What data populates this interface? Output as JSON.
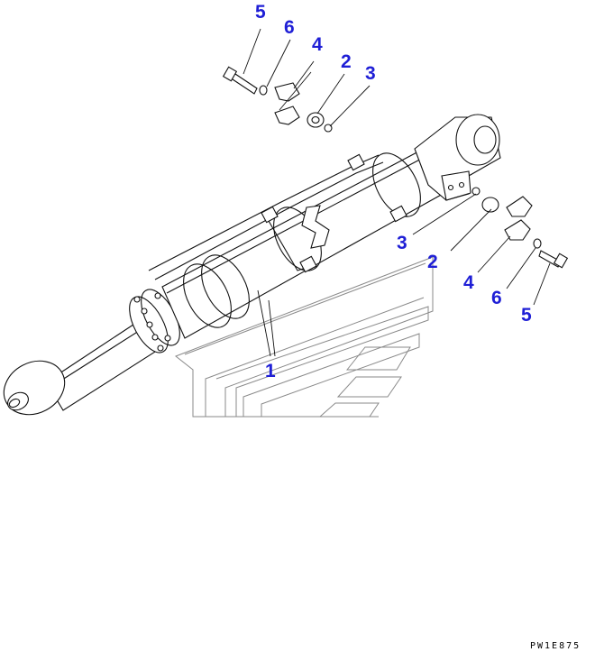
{
  "diagram": {
    "callouts": [
      {
        "id": "c5a",
        "label": "5"
      },
      {
        "id": "c6a",
        "label": "6"
      },
      {
        "id": "c4a",
        "label": "4"
      },
      {
        "id": "c2a",
        "label": "2"
      },
      {
        "id": "c3a",
        "label": "3"
      },
      {
        "id": "c3b",
        "label": "3"
      },
      {
        "id": "c2b",
        "label": "2"
      },
      {
        "id": "c4b",
        "label": "4"
      },
      {
        "id": "c6b",
        "label": "6"
      },
      {
        "id": "c5b",
        "label": "5"
      },
      {
        "id": "c1",
        "label": "1"
      }
    ],
    "reference_code": "PW1E875",
    "colors": {
      "callout": "#1f1fd6",
      "line": "#111111",
      "watermark": "#8a8a8a"
    }
  }
}
